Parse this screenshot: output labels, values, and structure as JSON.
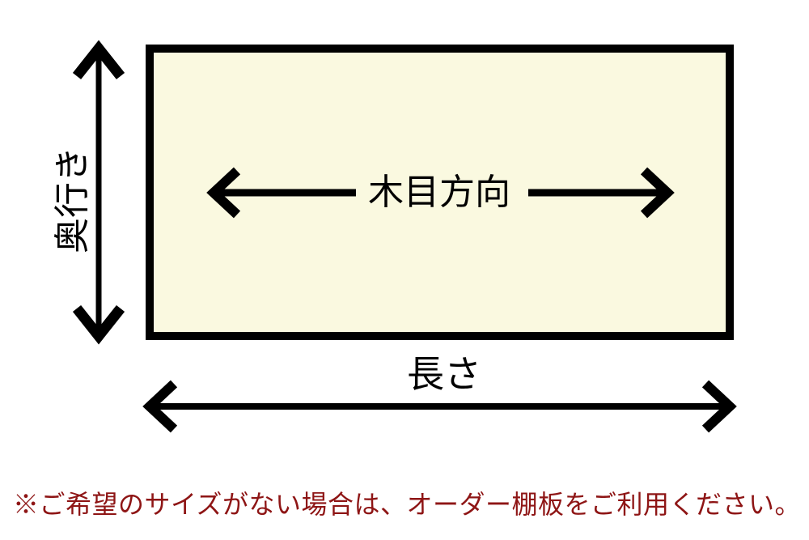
{
  "diagram": {
    "board": {
      "fill": "#FAF9E0",
      "border_color": "#000000"
    },
    "arrow_color": "#000000",
    "labels": {
      "depth": "奥行き",
      "grain_direction": "木目方向",
      "length": "長さ"
    },
    "note": {
      "text": "※ご希望のサイズがない場合は、オーダー棚板をご利用ください。",
      "color": "#8E1515"
    }
  }
}
